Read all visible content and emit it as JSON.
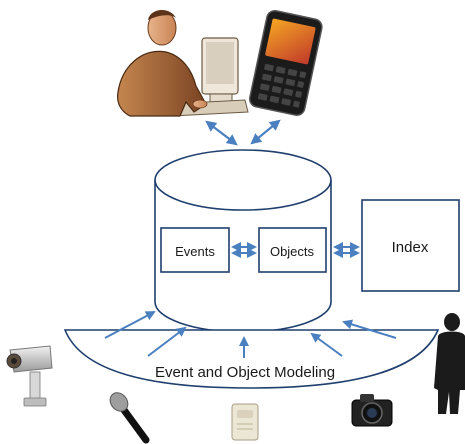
{
  "diagram": {
    "boxes": {
      "events": "Events",
      "objects": "Objects",
      "index": "Index"
    },
    "modeling_label": "Event and Object Modeling"
  },
  "colors": {
    "stroke": "#1f3f6e",
    "arrow": "#4a7fc0",
    "background": "#ffffff"
  },
  "icons": [
    "office-worker-icon",
    "smartphone-icon",
    "security-camera-icon",
    "microphone-icon",
    "motion-sensor-icon",
    "photo-camera-icon",
    "person-silhouette-icon"
  ]
}
